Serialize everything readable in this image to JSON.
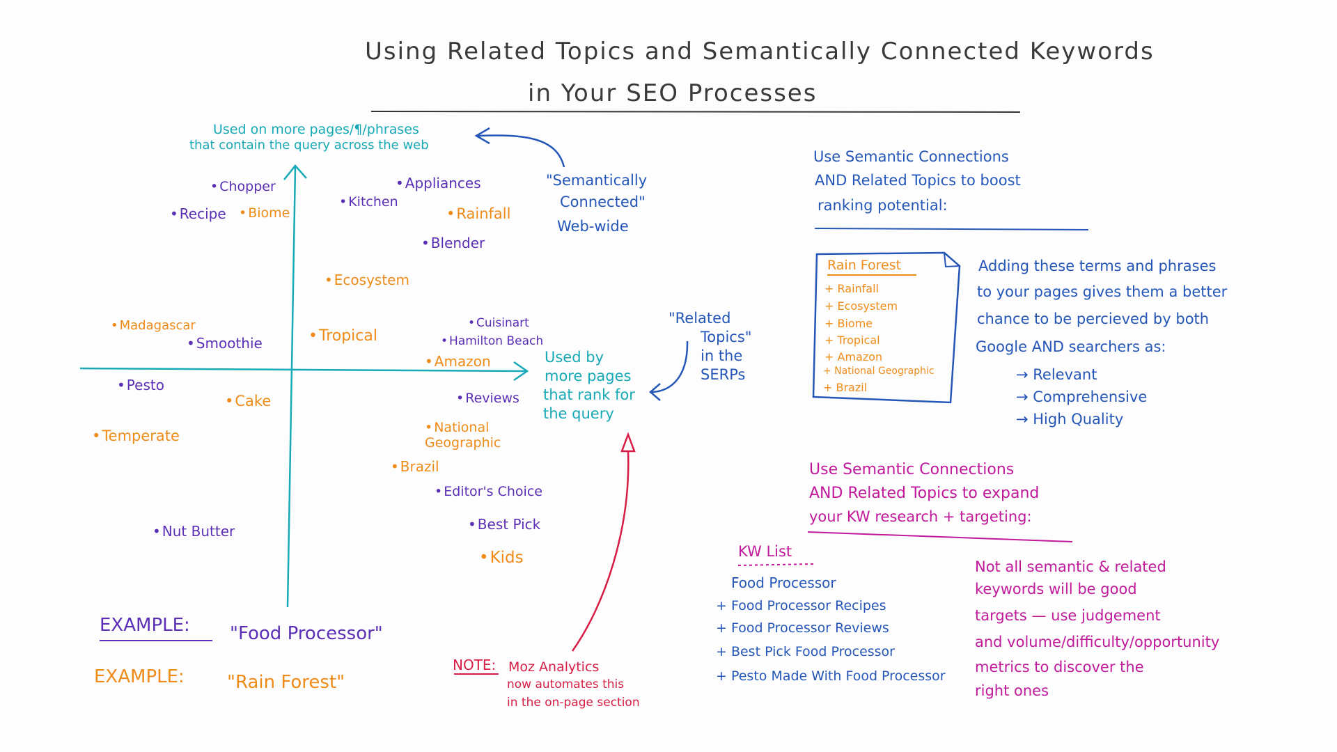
{
  "title": {
    "line1": "Using Related Topics and Semantically Connected Keywords",
    "line2": "in Your SEO Processes"
  },
  "axes": {
    "y_label_line1": "Used on more pages/¶/phrases",
    "y_label_line2": "that contain the query across the web",
    "x_label_line1": "Used by",
    "x_label_line2": "more pages",
    "x_label_line3": "that rank for",
    "x_label_line4": "the query"
  },
  "callouts": {
    "semantic_line1": "\"Semantically",
    "semantic_line2": "Connected\"",
    "semantic_line3": "Web-wide",
    "related_line1": "\"Related",
    "related_line2": "Topics\"",
    "related_line3": "in the",
    "related_line4": "SERPs"
  },
  "keywords_food": [
    "Chopper",
    "Recipe",
    "Appliances",
    "Kitchen",
    "Blender",
    "Smoothie",
    "Cuisinart",
    "Hamilton Beach",
    "Pesto",
    "Reviews",
    "Editor's Choice",
    "Best Pick",
    "Nut Butter"
  ],
  "keywords_rain": [
    "Biome",
    "Rainfall",
    "Ecosystem",
    "Madagascar",
    "Tropical",
    "Amazon",
    "Cake",
    "Temperate",
    "National Geographic",
    "Brazil",
    "Kids"
  ],
  "examples": {
    "label": "EXAMPLE:",
    "food": "\"Food Processor\"",
    "rain": "\"Rain Forest\""
  },
  "note": {
    "label": "NOTE:",
    "line1": "Moz Analytics",
    "line2": "now automates this",
    "line3": "in the on-page section"
  },
  "boost": {
    "line1": "Use Semantic Connections",
    "line2": "AND Related Topics to boost",
    "line3": "ranking potential:"
  },
  "doc_box": {
    "title": "Rain Forest",
    "items": [
      "+ Rainfall",
      "+ Ecosystem",
      "+ Biome",
      "+ Tropical",
      "+ Amazon",
      "+ National Geographic",
      "+ Brazil"
    ]
  },
  "benefits": {
    "line1": "Adding these terms and phrases",
    "line2": "to your pages gives them a better",
    "line3": "chance to be percieved by both",
    "line4": "Google AND searchers as:",
    "items": [
      "→ Relevant",
      "→ Comprehensive",
      "→ High Quality"
    ]
  },
  "expand": {
    "line1": "Use Semantic Connections",
    "line2": "AND Related Topics to expand",
    "line3": "your KW research + targeting:"
  },
  "kw_list": {
    "title": "KW List",
    "items": [
      "Food Processor",
      "+ Food Processor Recipes",
      "+ Food Processor Reviews",
      "+ Best Pick Food Processor",
      "+ Pesto Made With Food Processor"
    ]
  },
  "judgement": {
    "line1": "Not all semantic & related",
    "line2": "keywords will be good",
    "line3": "targets — use judgement",
    "line4": "and volume/difficulty/opportunity",
    "line5": "metrics to discover the",
    "line6": "right ones"
  },
  "colors": {
    "teal": "#17a9b6",
    "purple": "#5a2fb6",
    "orange": "#ef8c19",
    "blue": "#2456b8",
    "magenta": "#c1199b",
    "red": "#d71d45"
  }
}
